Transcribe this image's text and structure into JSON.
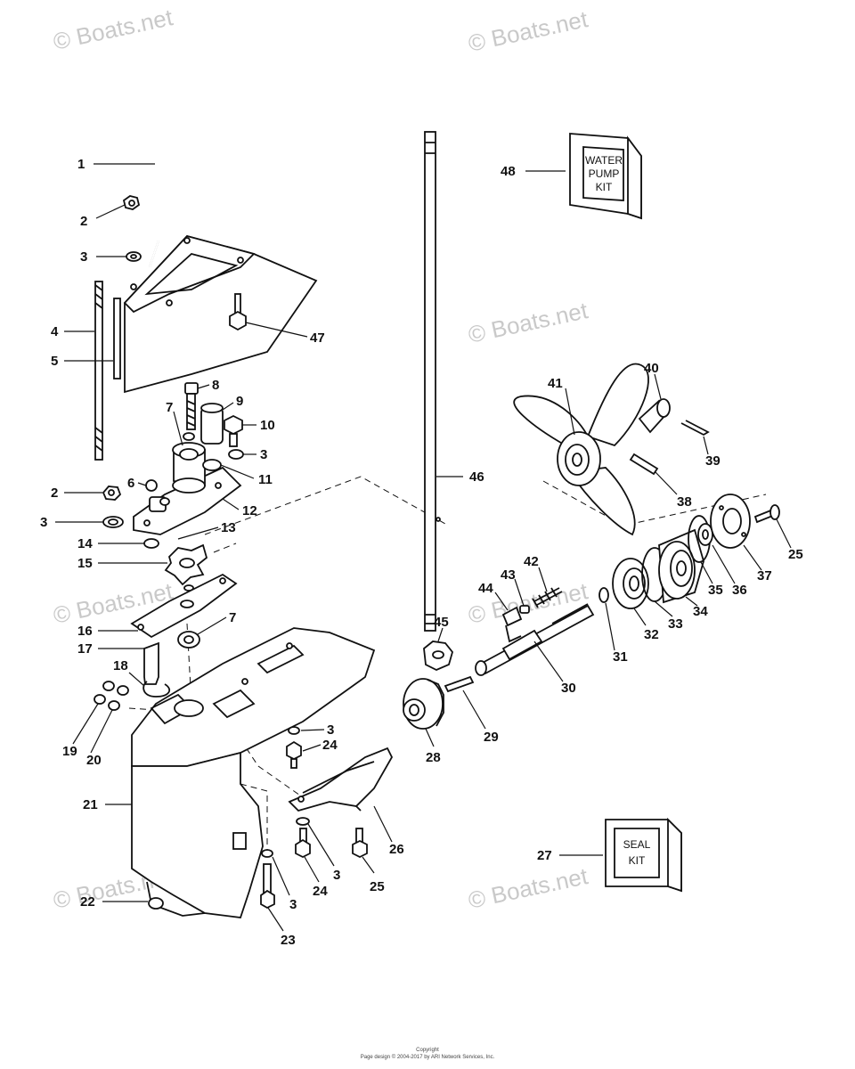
{
  "watermark": "© Boats.net",
  "kits": {
    "water_pump": [
      "WATER",
      "PUMP",
      "KIT"
    ],
    "seal": [
      "SEAL",
      "KIT"
    ]
  },
  "footer": {
    "line1": "Copyright",
    "line2": "Page design © 2004-2017 by ARI Network Services, Inc."
  },
  "callouts": {
    "c1": "1",
    "c2a": "2",
    "c3a": "3",
    "c4": "4",
    "c5": "5",
    "c47": "47",
    "c8": "8",
    "c9": "9",
    "c7a": "7",
    "c10": "10",
    "c3b": "3",
    "c11": "11",
    "c6": "6",
    "c2b": "2",
    "c3c": "3",
    "c12": "12",
    "c13": "13",
    "c14": "14",
    "c15": "15",
    "c16": "16",
    "c7b": "7",
    "c17": "17",
    "c18": "18",
    "c19": "19",
    "c20": "20",
    "c21": "21",
    "c22": "22",
    "c3d": "3",
    "c24a": "24",
    "c3e": "3",
    "c24b": "24",
    "c3f": "3",
    "c23": "23",
    "c25b": "25",
    "c26": "26",
    "c28": "28",
    "c29": "29",
    "c30": "30",
    "c45": "45",
    "c44": "44",
    "c43": "43",
    "c42": "42",
    "c31": "31",
    "c32": "32",
    "c33": "33",
    "c34": "34",
    "c35": "35",
    "c36": "36",
    "c37": "37",
    "c25a": "25",
    "c38": "38",
    "c39": "39",
    "c40": "40",
    "c41": "41",
    "c46": "46",
    "c48": "48",
    "c27": "27"
  }
}
